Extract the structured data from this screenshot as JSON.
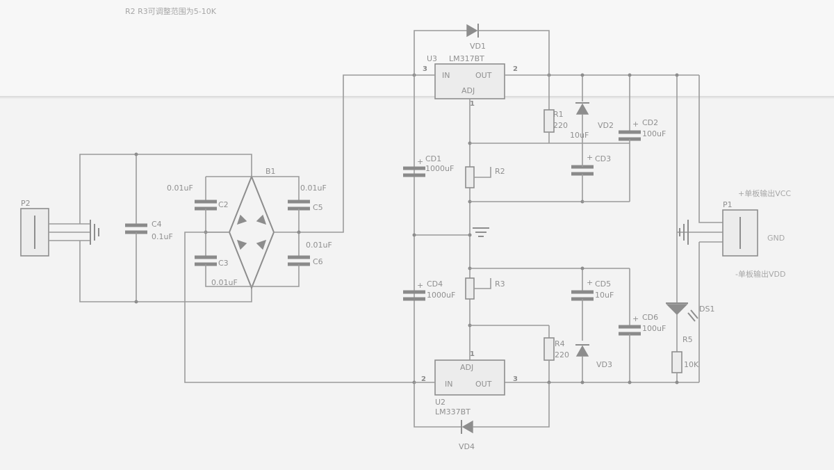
{
  "top_note": "R2 R3可调整范围为5-10K",
  "labels": {
    "p2": "P2",
    "p1": "P1",
    "b1": "B1",
    "c4": "C4",
    "c4_val": "0.1uF",
    "c2": "C2",
    "c2_val": "0.01uF",
    "c3": "C3",
    "c3_val": "0.01uF",
    "c5": "C5",
    "c5_val": "0.01uF",
    "c6": "C6",
    "c6_val": "0.01uF",
    "u3": "U3",
    "u3_part": "LM317BT",
    "u3_in": "IN",
    "u3_out": "OUT",
    "u3_adj": "ADJ",
    "u2": "U2",
    "u2_part": "LM337BT",
    "u2_in": "IN",
    "u2_out": "OUT",
    "u2_adj": "ADJ",
    "vd1": "VD1",
    "vd2": "VD2",
    "vd3": "VD3",
    "vd4": "VD4",
    "r1": "R1",
    "r1_val": "220",
    "r4": "R4",
    "r4_val": "220",
    "r2": "R2",
    "r3": "R3",
    "r5": "R5",
    "r5_val": "10K",
    "cd1": "CD1",
    "cd1_val": "1000uF",
    "cd2": "CD2",
    "cd2_val": "100uF",
    "cd3": "CD3",
    "cd3_val": "10uF",
    "cd4": "CD4",
    "cd4_val": "1000uF",
    "cd5": "CD5",
    "cd5_val": "10uF",
    "cd6": "CD6",
    "cd6_val": "100uF",
    "ds1": "DS1",
    "pin_2a": "2",
    "pin_3a": "3",
    "pin_2b": "2",
    "pin_3b": "3",
    "pin_1a": "1",
    "pin_1b": "1",
    "vcc_note": "+单板输出VCC",
    "gnd_note": "GND",
    "vdd_note": "-单板输出VDD"
  },
  "colors": {
    "ink": "#8d8d8d",
    "paper": "#f3f3f3"
  }
}
